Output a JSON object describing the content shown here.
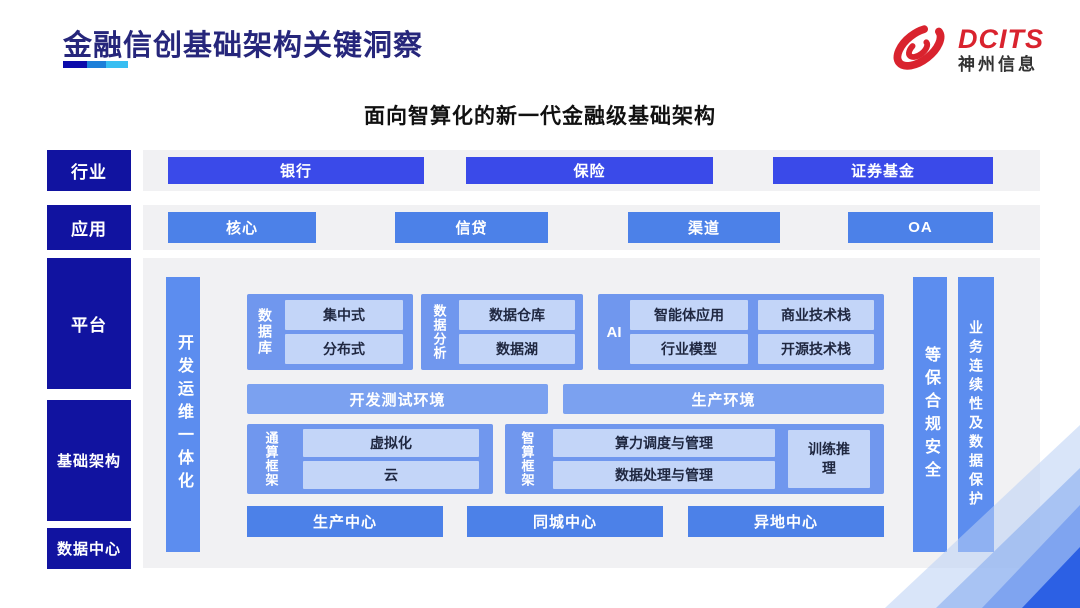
{
  "header": {
    "title": "金融信创基础架构关键洞察",
    "logo_brand": "DCITS",
    "logo_name": "神州信息"
  },
  "subtitle": "面向智算化的新一代金融级基础架构",
  "layers": {
    "industry": {
      "label": "行业",
      "items": [
        "银行",
        "保险",
        "证券基金"
      ]
    },
    "application": {
      "label": "应用",
      "items": [
        "核心",
        "信贷",
        "渠道",
        "OA"
      ]
    },
    "platform": {
      "label": "平台"
    },
    "infrastructure": {
      "label": "基础架构"
    },
    "datacenter": {
      "label": "数据中心"
    }
  },
  "diagram": {
    "devops_bar": "开发运维一体化",
    "database": {
      "label": "数据库",
      "items": [
        "集中式",
        "分布式"
      ]
    },
    "analytics": {
      "label": "数据分析",
      "items": [
        "数据仓库",
        "数据湖"
      ]
    },
    "ai": {
      "label": "AI",
      "items": [
        "智能体应用",
        "商业技术栈",
        "行业模型",
        "开源技术栈"
      ]
    },
    "environments": [
      "开发测试环境",
      "生产环境"
    ],
    "general_compute": {
      "label": "通算框架",
      "items": [
        "虚拟化",
        "云"
      ]
    },
    "smart_compute": {
      "label": "智算框架",
      "items": [
        "算力调度与管理",
        "数据处理与管理"
      ],
      "side": "训练推理"
    },
    "centers": [
      "生产中心",
      "同城中心",
      "异地中心"
    ],
    "security_bar": "等保合规安全",
    "continuity_bar": "业务连续性及数据保护"
  },
  "colors": {
    "title_navy": "#26267B",
    "label_navy": "#1113A0",
    "vivid_blue": "#3A4AE9",
    "bright_blue": "#4C81E8",
    "bar_blue": "#5C8DEF",
    "group_blue": "#7097EE",
    "env_blue": "#7BA1F0",
    "inner_box_blue": "#C3D5F8",
    "strip_gray": "#F1F1F3",
    "logo_red": "#D9232E"
  }
}
